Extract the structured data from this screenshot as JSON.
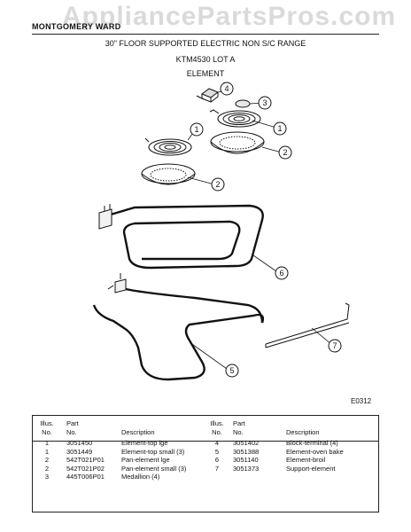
{
  "watermark": "AppliancePartsPros.com",
  "header": {
    "brand": "MONTGOMERY WARD",
    "title": "30\" FLOOR SUPPORTED ELECTRIC NON S/C RANGE",
    "model": "KTM4530 LOT A",
    "section": "ELEMENT"
  },
  "diagram_code": "E0312",
  "callouts": [
    "4",
    "3",
    "1",
    "1",
    "2",
    "2",
    "6",
    "7",
    "5"
  ],
  "table": {
    "headers": {
      "illus": "Illus.\nNo.",
      "part": "Part\nNo.",
      "desc": "Description"
    },
    "left_rows": [
      {
        "illus": "1",
        "part": "3051450",
        "desc": "Element-top lge"
      },
      {
        "illus": "1",
        "part": "3051449",
        "desc": "Element-top small (3)"
      },
      {
        "illus": "2",
        "part": "542T021P01",
        "desc": "Pan-element lge"
      },
      {
        "illus": "2",
        "part": "542T021P02",
        "desc": "Pan-element small (3)"
      },
      {
        "illus": "3",
        "part": "445T006P01",
        "desc": "Medallion (4)"
      }
    ],
    "right_rows": [
      {
        "illus": "4",
        "part": "3051402",
        "desc": "Block-terminal (4)"
      },
      {
        "illus": "5",
        "part": "3051388",
        "desc": "Element-oven bake"
      },
      {
        "illus": "6",
        "part": "3051140",
        "desc": "Element-broil"
      },
      {
        "illus": "7",
        "part": "3051373",
        "desc": "Support-element"
      }
    ]
  }
}
